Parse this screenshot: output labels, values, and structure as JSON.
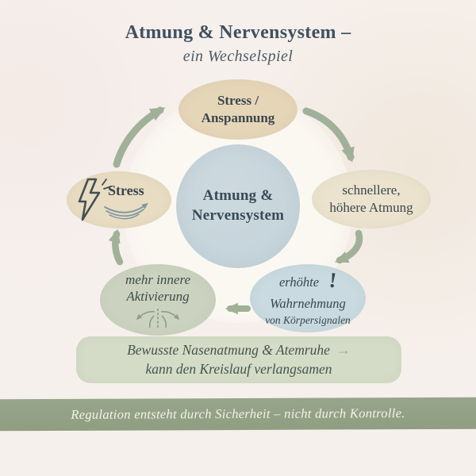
{
  "header": {
    "title": "Atmung & Nervensystem –",
    "subtitle": "ein Wechselspiel"
  },
  "center": {
    "lines": [
      "Atmung &",
      "Nervensystem"
    ]
  },
  "nodes": {
    "top": {
      "lines": [
        "Stress /",
        "Anspannung"
      ]
    },
    "right": {
      "lines": [
        "schnellere,",
        "höhere Atmung"
      ]
    },
    "bottom_right": {
      "lines": [
        "erhöhte",
        "Wahrnehmung"
      ],
      "subline": "von Körpersignalen",
      "exclamation": "!",
      "icon": "exclamation-icon"
    },
    "bottom_left": {
      "lines": [
        "mehr innere",
        "Aktivierung"
      ],
      "icon": "nervous-system-icon"
    },
    "left": {
      "label": "Stress",
      "icon": "lightning-icon"
    }
  },
  "cycle": {
    "arrows": [
      "left-to-top",
      "top-to-right",
      "right-to-bottom-right",
      "bottom-right-to-bottom-left",
      "bottom-left-to-left"
    ]
  },
  "banner": {
    "line1": "Bewusste Nasenatmung & Atemruhe",
    "arrow": "→",
    "line2": "kann den Kreislauf verlangsamen"
  },
  "footer": {
    "text": "Regulation entsteht durch Sicherheit – nicht durch Kontrolle."
  },
  "colors": {
    "background": "#f6f0ec",
    "title_text": "#3f5160",
    "node_tan": "#e6d6b8",
    "node_cream": "#ebe3cd",
    "node_blue": "#c9dae1",
    "node_green": "#cbd3c0",
    "center_blue": "#c6d5dc",
    "arrow_sage": "#a1b098",
    "banner_bg": "#d4dcc7",
    "footer_bg": "#93a185",
    "footer_text": "#f4f2ea"
  }
}
